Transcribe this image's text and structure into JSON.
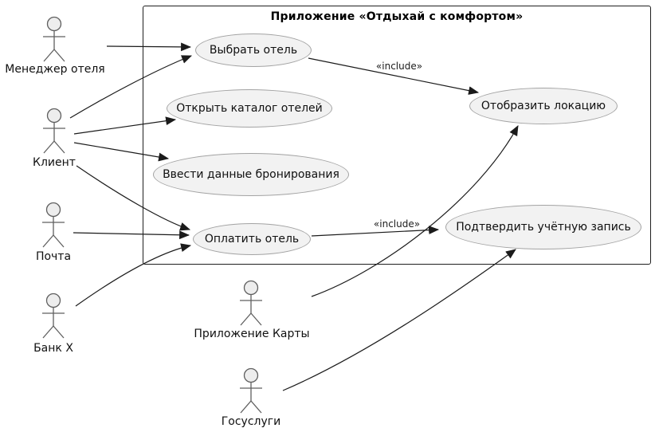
{
  "diagram": {
    "title": "Приложение «Отдыхай с комфортом»",
    "type": "uml-use-case-diagram",
    "actors": [
      {
        "name": "Менеджер отеля"
      },
      {
        "name": "Клиент"
      },
      {
        "name": "Почта"
      },
      {
        "name": "Банк X"
      },
      {
        "name": "Приложение Карты"
      },
      {
        "name": "Госуслуги"
      }
    ],
    "use_cases": [
      {
        "label": "Выбрать отель"
      },
      {
        "label": "Открыть каталог отелей"
      },
      {
        "label": "Ввести данные бронирования"
      },
      {
        "label": "Оплатить отель"
      },
      {
        "label": "Отобразить локацию"
      },
      {
        "label": "Подтвердить учётную запись"
      }
    ],
    "edges": [
      {
        "from": "Менеджер отеля",
        "to": "Выбрать отель",
        "label": ""
      },
      {
        "from": "Клиент",
        "to": "Выбрать отель",
        "label": ""
      },
      {
        "from": "Клиент",
        "to": "Открыть каталог отелей",
        "label": ""
      },
      {
        "from": "Клиент",
        "to": "Ввести данные бронирования",
        "label": ""
      },
      {
        "from": "Клиент",
        "to": "Оплатить отель",
        "label": ""
      },
      {
        "from": "Почта",
        "to": "Оплатить отель",
        "label": ""
      },
      {
        "from": "Банк X",
        "to": "Оплатить отель",
        "label": ""
      },
      {
        "from": "Выбрать отель",
        "to": "Отобразить локацию",
        "label": "«include»"
      },
      {
        "from": "Оплатить отель",
        "to": "Подтвердить учётную запись",
        "label": "«include»"
      },
      {
        "from": "Приложение Карты",
        "to": "Отобразить локацию",
        "label": ""
      },
      {
        "from": "Госуслуги",
        "to": "Подтвердить учётную запись",
        "label": ""
      }
    ],
    "colors": {
      "background": "#ffffff",
      "usecase_fill": "#f2f2f2",
      "usecase_border": "#a3a3a3",
      "boundary_border": "#1f1f1f",
      "line": "#1b1b1b",
      "actor_stroke": "#5f5f5f",
      "actor_head_fill": "#ededed",
      "text": "#101010"
    }
  }
}
